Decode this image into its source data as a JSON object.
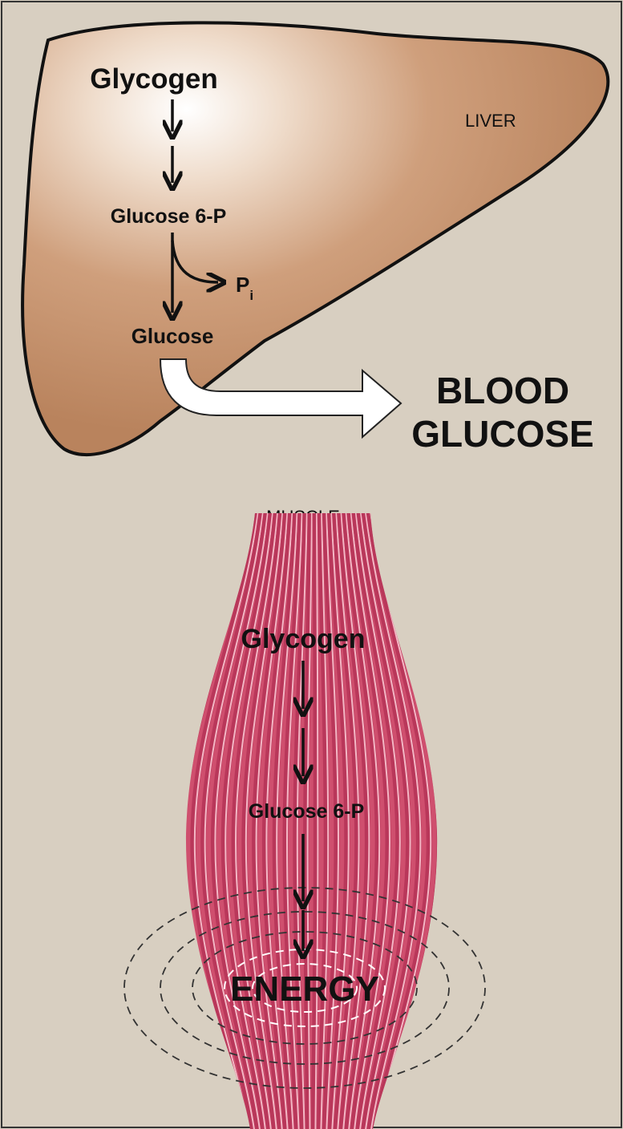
{
  "liver": {
    "organ_label": "LIVER",
    "glycogen": "Glycogen",
    "glucose6p": "Glucose 6-P",
    "phosphate": "P",
    "phosphate_sub": "i",
    "glucose": "Glucose"
  },
  "blood": {
    "line1": "BLOOD",
    "line2": "GLUCOSE"
  },
  "muscle": {
    "organ_label": "MUSCLE",
    "glycogen": "Glycogen",
    "glucose6p": "Glucose 6-P",
    "energy": "ENERGY"
  },
  "colors": {
    "background": "#d8cfc1",
    "liver": "#c69672",
    "muscle": "#d8607c",
    "text": "#111111"
  }
}
